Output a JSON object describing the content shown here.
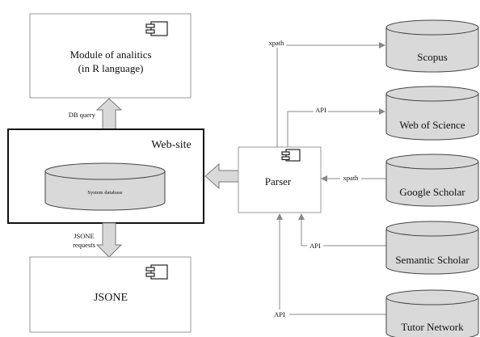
{
  "modules": {
    "analytics": {
      "line1": "Module of analitics",
      "line2": "(in R language)"
    },
    "website": {
      "title": "Web-site",
      "database": "System database"
    },
    "jsone": {
      "title": "JSONE"
    },
    "parser": {
      "title": "Parser"
    }
  },
  "arrows": {
    "db_query": "DB query",
    "jsone_requests_1": "JSONE",
    "jsone_requests_2": "requests"
  },
  "sources": [
    {
      "name": "Scopus",
      "link": "xpath"
    },
    {
      "name": "Web of Science",
      "link": "API"
    },
    {
      "name": "Google Scholar",
      "link": "xpath"
    },
    {
      "name": "Semantic Scholar",
      "link": "API"
    },
    {
      "name": "Tutor Network",
      "link": "API"
    }
  ]
}
